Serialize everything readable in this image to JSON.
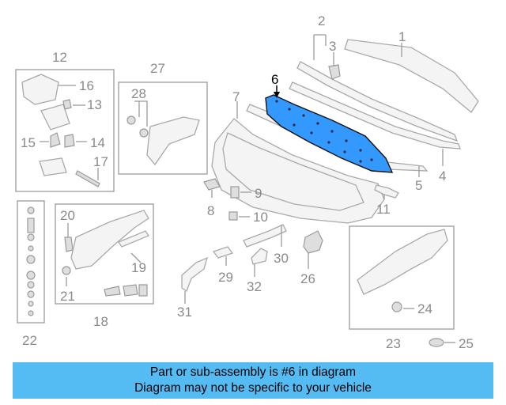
{
  "diagram": {
    "highlighted_part": "6",
    "highlight_color": "#3399ff",
    "callouts": [
      "1",
      "2",
      "3",
      "4",
      "5",
      "6",
      "7",
      "8",
      "9",
      "10",
      "11",
      "12",
      "13",
      "14",
      "15",
      "16",
      "17",
      "18",
      "19",
      "20",
      "21",
      "22",
      "23",
      "24",
      "25",
      "26",
      "27",
      "28",
      "29",
      "30",
      "31",
      "32"
    ]
  },
  "banner": {
    "line1": "Part or sub-assembly is #6 in diagram",
    "line2": "Diagram may not be specific to your vehicle",
    "color": "#55bbf3"
  }
}
